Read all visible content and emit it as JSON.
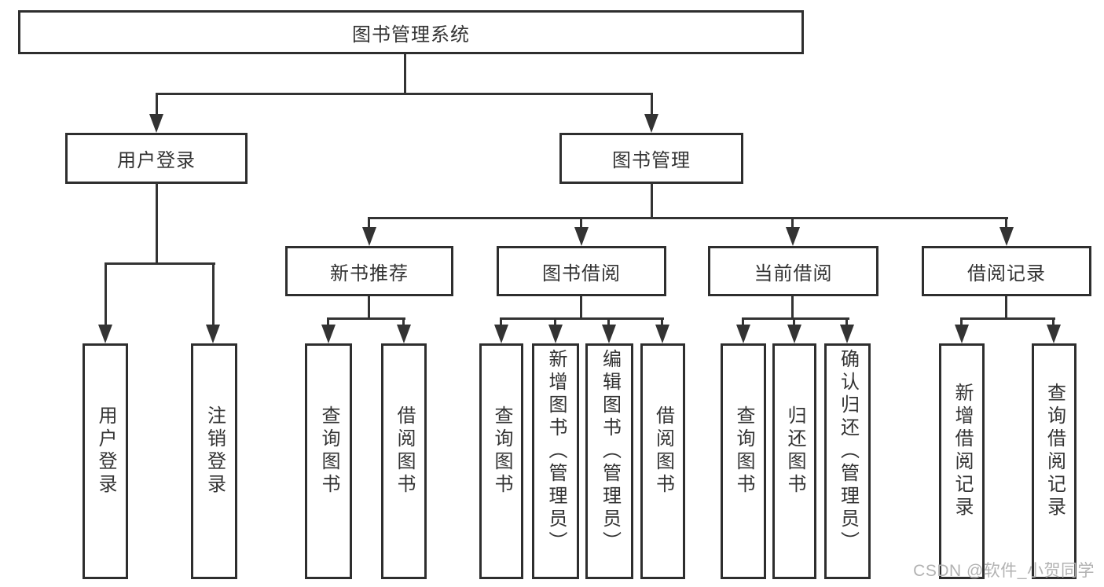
{
  "diagram_title": "图书管理系统",
  "colors": {
    "line": "#333333",
    "box_border": "#2e2e2e",
    "box_fill": "#ffffff",
    "text": "#333333",
    "watermark": "#b2b2b2"
  },
  "nodes": {
    "root": "图书管理系统",
    "user_login": "用户登录",
    "book_mgmt": "图书管理",
    "new_book_rec": "新书推荐",
    "book_borrow": "图书借阅",
    "current_borrow": "当前借阅",
    "borrow_record": "借阅记录",
    "leaf_user_login": "用户登录",
    "leaf_logout": "注销登录",
    "leaf_query_book_1": "查询图书",
    "leaf_borrow_book_1": "借阅图书",
    "leaf_query_book_2": "查询图书",
    "leaf_add_book": "新增图书（管理员）",
    "leaf_edit_book": "编辑图书（管理员）",
    "leaf_borrow_book_2": "借阅图书",
    "leaf_query_book_3": "查询图书",
    "leaf_return_book": "归还图书",
    "leaf_confirm_return": "确认归还（管理员）",
    "leaf_add_record": "新增借阅记录",
    "leaf_query_record": "查询借阅记录"
  },
  "structure": {
    "图书管理系统": [
      "用户登录",
      "图书管理"
    ],
    "用户登录": [
      "用户登录",
      "注销登录"
    ],
    "图书管理": [
      "新书推荐",
      "图书借阅",
      "当前借阅",
      "借阅记录"
    ],
    "新书推荐": [
      "查询图书",
      "借阅图书"
    ],
    "图书借阅": [
      "查询图书",
      "新增图书（管理员）",
      "编辑图书（管理员）",
      "借阅图书"
    ],
    "当前借阅": [
      "查询图书",
      "归还图书",
      "确认归还（管理员）"
    ],
    "借阅记录": [
      "新增借阅记录",
      "查询借阅记录"
    ]
  },
  "watermark": {
    "text": "CSDN @软件_小贺同学"
  }
}
